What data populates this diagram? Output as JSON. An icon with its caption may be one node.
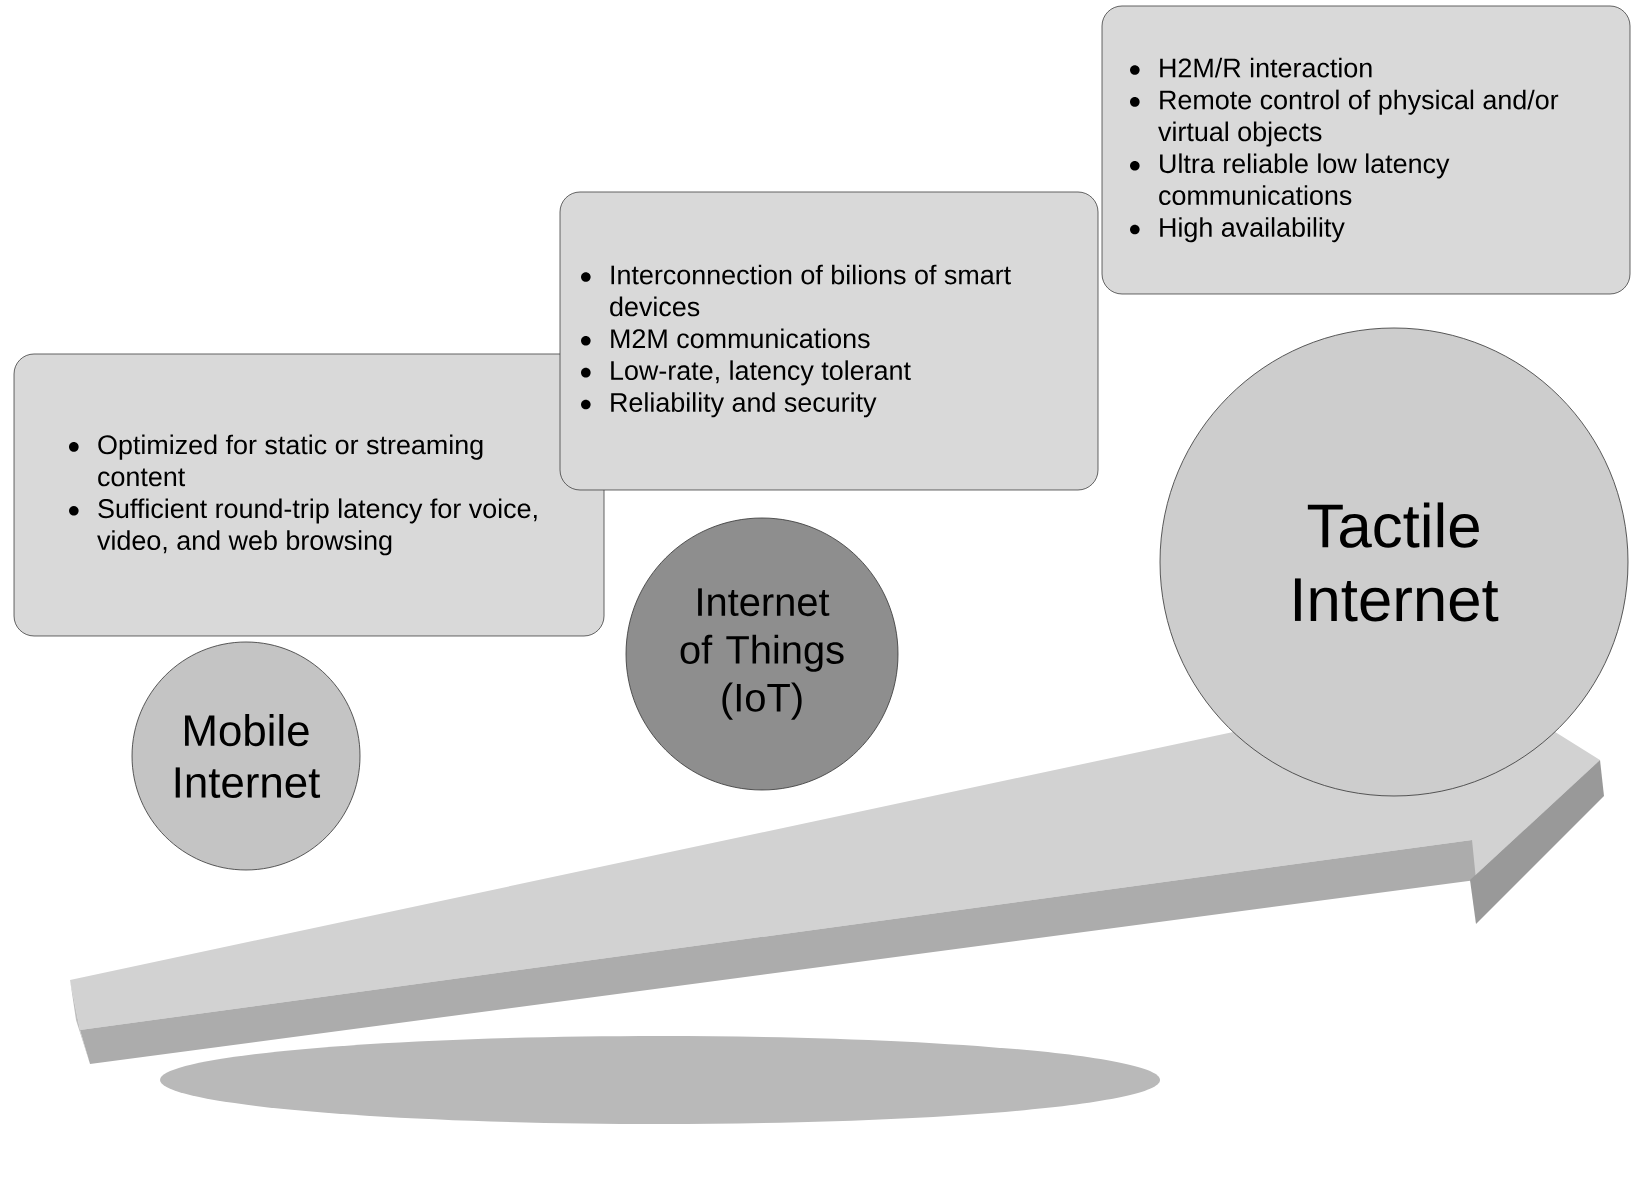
{
  "diagram": {
    "nodes": [
      {
        "text": [
          "Optimized for static or streaming content",
          "Sufficient round-trip latency for voice, video, and web browsing"
        ]
      },
      {
        "text": [
          "Interconnection of bilions of smart devices",
          "M2M communications",
          "Low-rate, latency tolerant",
          "Reliability and security"
        ]
      },
      {
        "text": [
          "H2M/R interaction",
          "Remote control of physical and/or virtual objects",
          "Ultra reliable low latency communications",
          "High availability"
        ]
      },
      {
        "text": [
          "Mobile Internet"
        ]
      },
      {
        "text": [
          "Internet of Things (IoT)"
        ]
      },
      {
        "text": [
          "Tactile Internet"
        ]
      }
    ]
  }
}
